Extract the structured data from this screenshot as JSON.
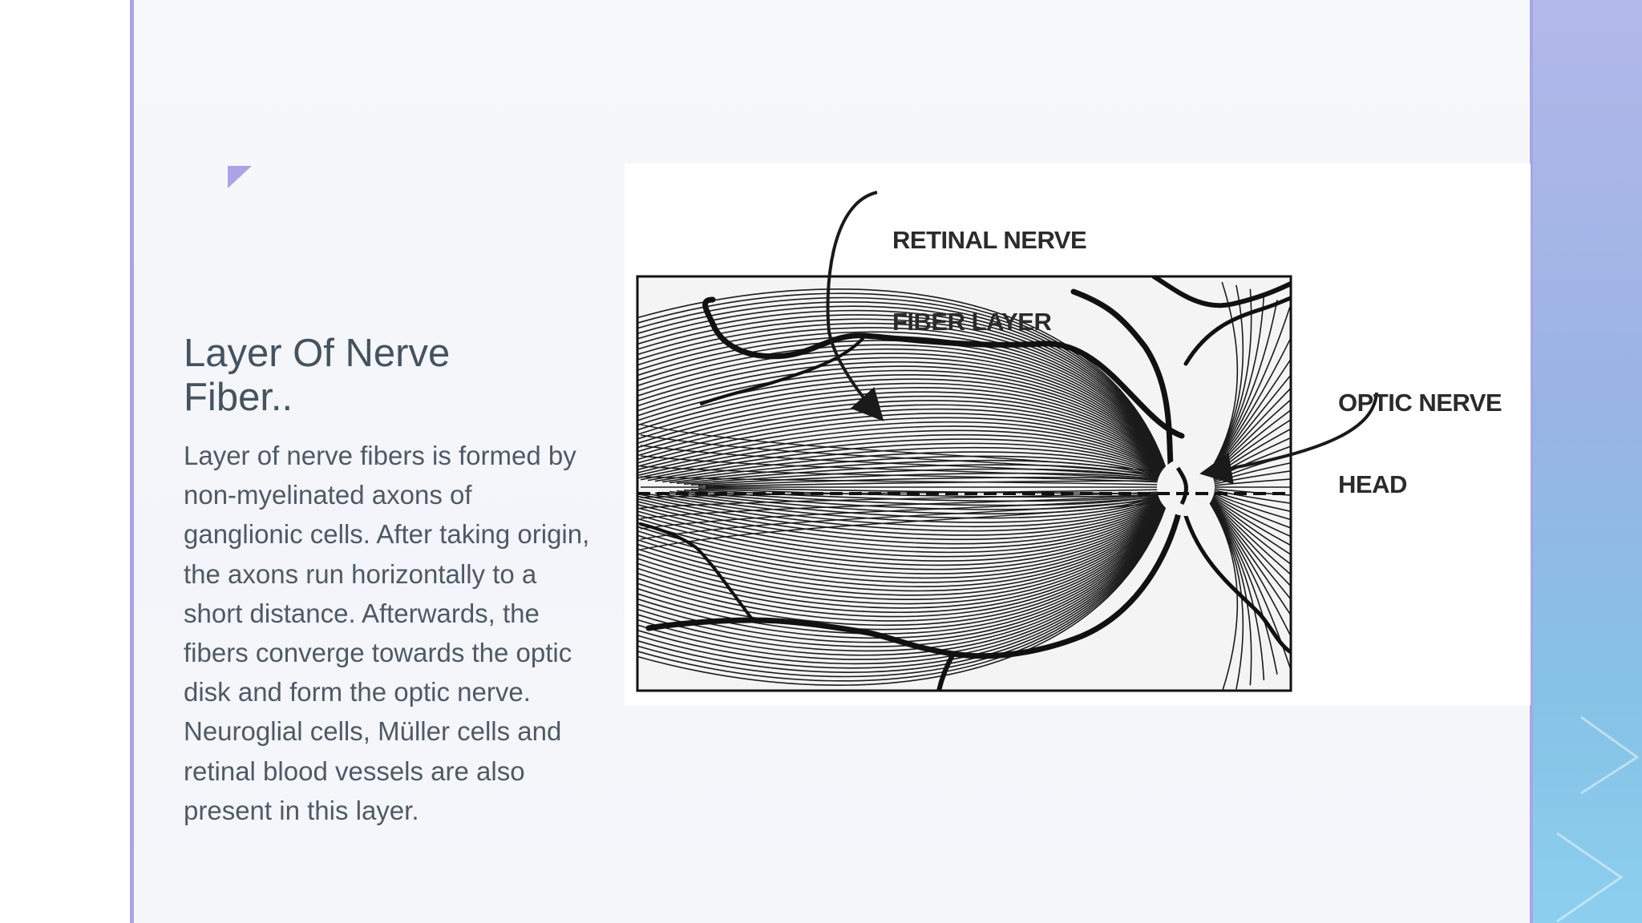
{
  "slide": {
    "title_line1": "Layer Of Nerve",
    "title_line2": "Fiber..",
    "body_lines": [
      "Layer of nerve fibers is formed by",
      "non-myelinated axons of",
      "ganglionic cells. After taking origin,",
      "the axons run horizontally to a",
      "short distance. Afterwards, the",
      "fibers converge towards the optic",
      "disk and form the optic nerve.",
      "Neuroglial cells, Müller cells and",
      "retinal blood vessels are also",
      "present in this layer."
    ]
  },
  "figure": {
    "label_rnfl_line1": "RETINAL NERVE",
    "label_rnfl_line2": "FIBER LAYER",
    "label_onh_line1": "OPTIC NERVE",
    "label_onh_line2": "HEAD"
  },
  "colors": {
    "accent": "#a9a4e6",
    "title": "#44535f",
    "body": "#4e5a66",
    "band_top": "#b3b8ea",
    "band_bottom": "#8ccfee"
  }
}
